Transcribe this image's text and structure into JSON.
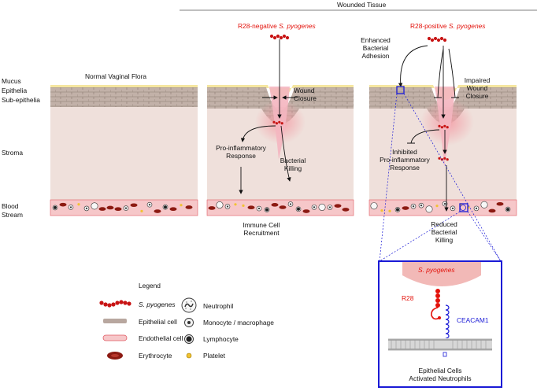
{
  "header": {
    "wounded_tissue": "Wounded Tissue"
  },
  "row_labels": {
    "mucus": "Mucus",
    "epithelia": "Epithelia",
    "sub_epithelia": "Sub-epithelia",
    "stroma": "Stroma",
    "blood": "Blood",
    "stream": "Stream"
  },
  "panel_normal": {
    "title": "Normal Vaginal Flora"
  },
  "panel_neg": {
    "title_prefix": "R28-negative ",
    "title_species": "S. pyogenes",
    "wound_closure": [
      "Wound",
      "Closure"
    ],
    "pro_inflammatory": [
      "Pro-inflammatory",
      "Response"
    ],
    "bacterial_killing": [
      "Bacterial",
      "Killing"
    ],
    "immune_recruitment": [
      "Immune Cell",
      "Recruitment"
    ]
  },
  "panel_pos": {
    "title_prefix": "R28-positive ",
    "title_species": "S. pyogenes",
    "enhanced_adhesion": [
      "Enhanced",
      "Bacterial",
      "Adhesion"
    ],
    "impaired_closure": [
      "Impaired",
      "Wound",
      "Closure"
    ],
    "inhibited_response": [
      "Inhibited",
      "Pro-inflammatory",
      "Response"
    ],
    "reduced_killing": [
      "Reduced",
      "Bacterial",
      "Killing"
    ]
  },
  "inset": {
    "species": "S. pyogenes",
    "r28": "R28",
    "ceacam1": "CEACAM1",
    "caption": [
      "Epithelial Cells",
      "Activated Neutrophils"
    ]
  },
  "legend": {
    "title": "Legend",
    "items": [
      {
        "label": "S. pyogenes",
        "italic": true,
        "icon": "bacteria-chain-icon"
      },
      {
        "label": "Epithelial cell",
        "icon": "epithelial-cell-icon"
      },
      {
        "label": "Endothelial cell",
        "icon": "endothelial-cell-icon"
      },
      {
        "label": "Erythrocyte",
        "icon": "erythrocyte-icon"
      },
      {
        "label": "Neutrophil",
        "icon": "neutrophil-icon"
      },
      {
        "label": "Monocyte / macrophage",
        "icon": "monocyte-icon"
      },
      {
        "label": "Lymphocyte",
        "icon": "lymphocyte-icon"
      },
      {
        "label": "Platelet",
        "icon": "platelet-icon"
      }
    ]
  },
  "colors": {
    "stroma": "#efe0db",
    "epithelium": "#bfaea5",
    "mucus": "#f5e6a0",
    "vessel": "#f6c7c9",
    "bacteria": "#c81414",
    "red_text": "#e3120b",
    "inset_border": "#1a1ad6"
  }
}
